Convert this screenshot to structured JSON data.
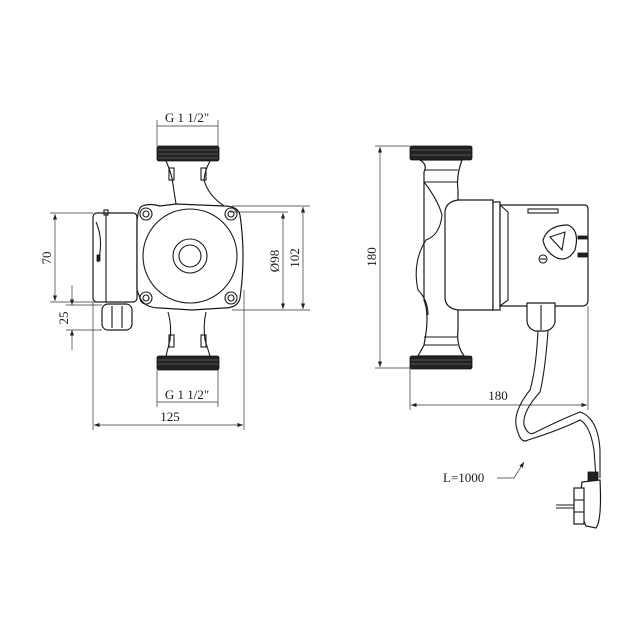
{
  "front_view": {
    "thread_top_label": "G 1 1/2\"",
    "thread_bottom_label": "G 1 1/2\"",
    "width_label": "125",
    "diameter_label": "Ø98",
    "flange_height_label": "102",
    "terminal_height_label": "70",
    "connector_label": "25"
  },
  "side_view": {
    "height_label": "180",
    "depth_label": "180",
    "cable_label": "L=1000"
  }
}
